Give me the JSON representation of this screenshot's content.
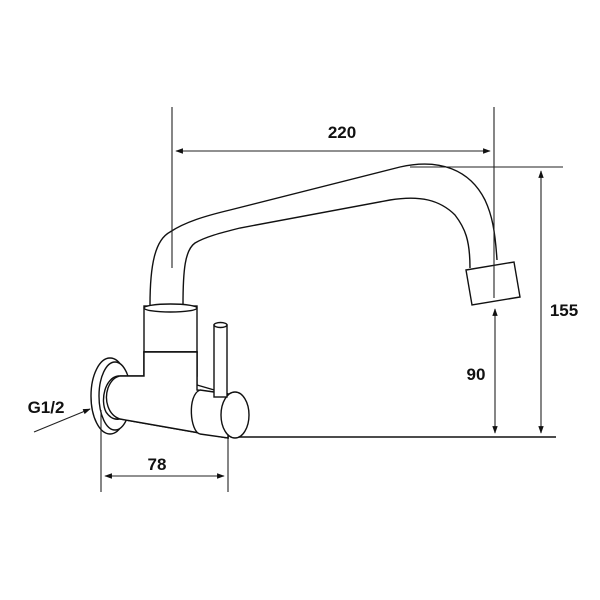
{
  "drawing": {
    "subject": "Wall-mounted faucet dimension drawing",
    "dimensions": {
      "spout_reach": "220",
      "overall_height": "155",
      "outlet_height": "90",
      "wall_projection": "78",
      "connection_thread": "G1/2"
    },
    "colors": {
      "line": "#111111",
      "background": "#ffffff"
    }
  }
}
